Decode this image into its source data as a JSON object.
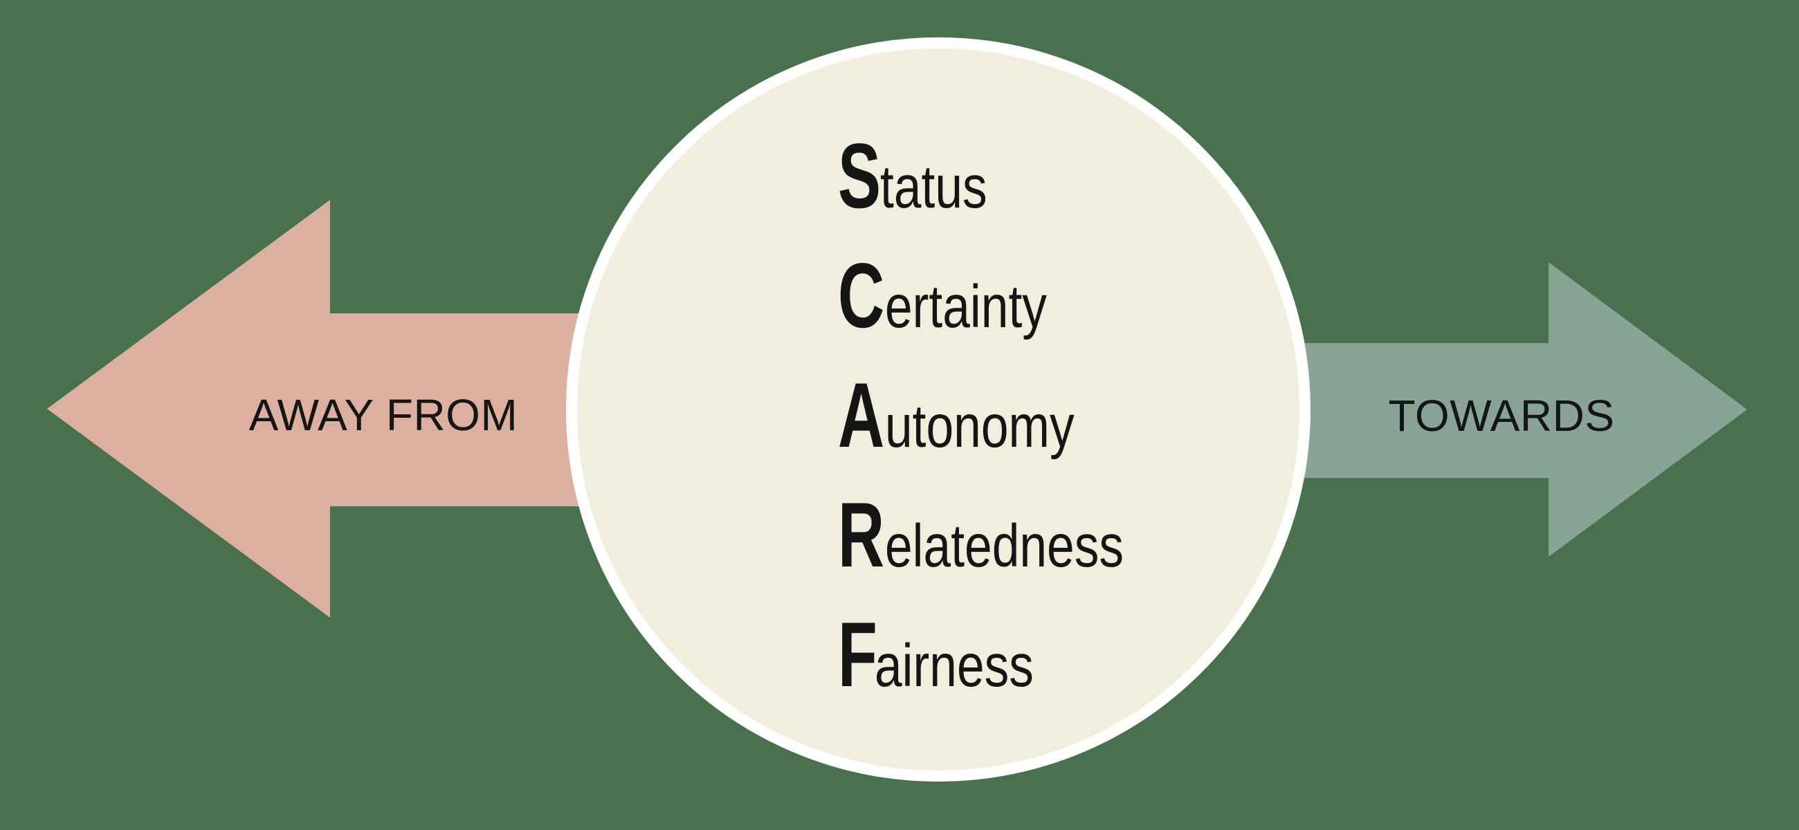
{
  "colors": {
    "bg": "#49714E",
    "ink": "#151515",
    "away": "#DBB0A0",
    "towards": "#8AA397",
    "circle_fill": "#F1EEDE",
    "circle_border": "#FFFFFF"
  },
  "away_arrow": {
    "label": "AWAY FROM",
    "direction": "left",
    "color": "#DBB0A0"
  },
  "towards_arrow": {
    "label": "TOWARDS",
    "direction": "right",
    "color": "#8AA397"
  },
  "circle": {
    "fill_color": "#F1EEDE",
    "border_color": "#FFFFFF",
    "items": [
      {
        "initial": "S",
        "rest": "tatus",
        "word": "Status"
      },
      {
        "initial": "C",
        "rest": "ertainty",
        "word": "Certainty"
      },
      {
        "initial": "A",
        "rest": "utonomy",
        "word": "Autonomy"
      },
      {
        "initial": "R",
        "rest": "elatedness",
        "word": "Relatedness"
      },
      {
        "initial": "F",
        "rest": "airness",
        "word": "Fairness"
      }
    ]
  }
}
